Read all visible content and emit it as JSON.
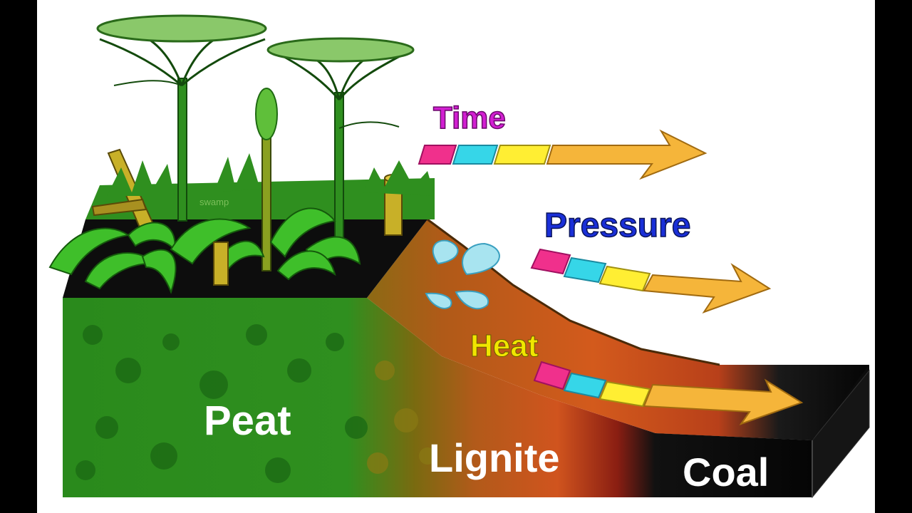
{
  "labels": {
    "time": "Time",
    "pressure": "Pressure",
    "heat": "Heat",
    "peat": "Peat",
    "lignite": "Lignite",
    "coal": "Coal",
    "swamp": "swamp"
  },
  "colors": {
    "time": "#d21fd2",
    "pressure": "#1a2fd8",
    "heat": "#f0e600",
    "arrow": "#f5b53a",
    "swatch_magenta": "#f0308c",
    "swatch_cyan": "#36d6e8",
    "swatch_yellow": "#ffee33",
    "peat": "#2f8f1f",
    "lignite": "#c9521e",
    "coal": "#0a0a0a"
  },
  "icons": [
    "tree-fern-icon",
    "fern-icon",
    "water-droplet-icon",
    "arrow-right-icon"
  ]
}
